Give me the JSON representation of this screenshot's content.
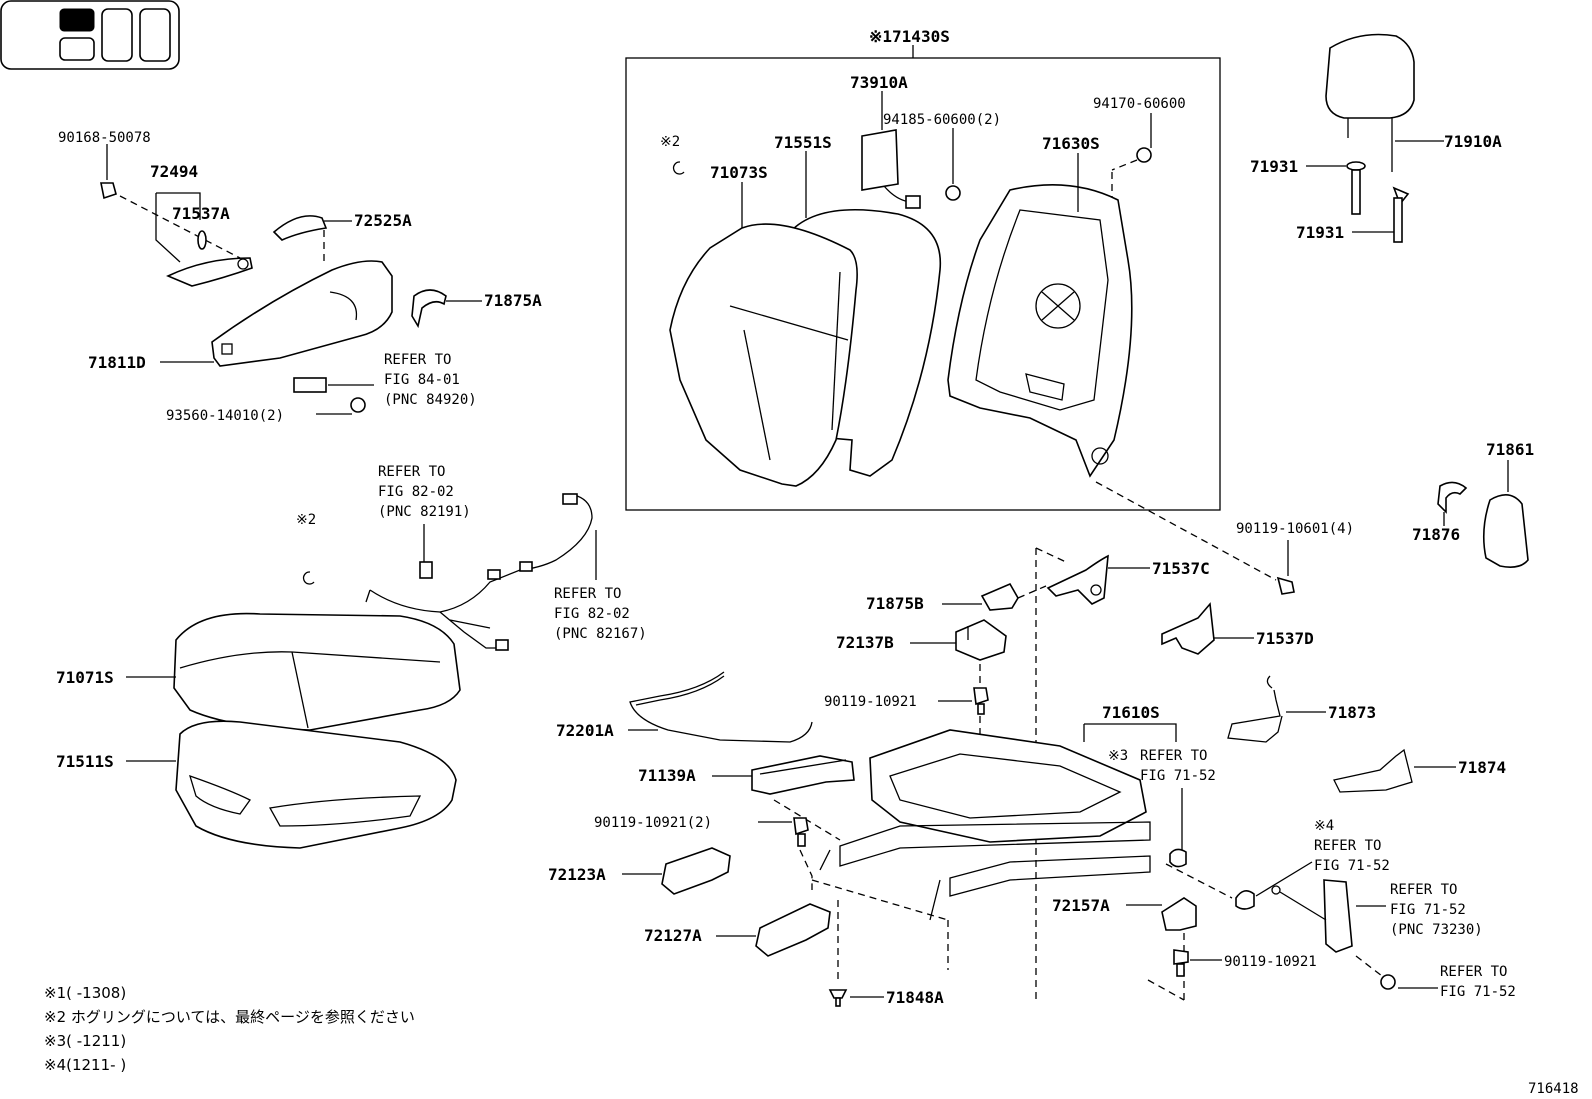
{
  "parts": {
    "p71430S": "※171430S",
    "p73910A": "73910A",
    "p94185": "94185-60600(2)",
    "p94170": "94170-60600",
    "p71630S": "71630S",
    "p71551S": "71551S",
    "p71073S": "71073S",
    "mark2a": "※2",
    "p71931a": "71931",
    "p71931b": "71931",
    "p71910A": "71910A",
    "p90168": "90168-50078",
    "p72494": "72494",
    "p71537A": "71537A",
    "p72525A": "72525A",
    "p71875A": "71875A",
    "p71811D": "71811D",
    "refer1a": "REFER TO",
    "refer1b": "FIG 84-01",
    "refer1c": "(PNC 84920)",
    "p93560": "93560-14010(2)",
    "refer2a": "REFER TO",
    "refer2b": "FIG 82-02",
    "refer2c": "(PNC 82191)",
    "mark2b": "※2",
    "refer3a": "REFER TO",
    "refer3b": "FIG 82-02",
    "refer3c": "(PNC 82167)",
    "p71071S": "71071S",
    "p71511S": "71511S",
    "p71861": "71861",
    "p71876": "71876",
    "p90119_10601": "90119-10601(4)",
    "p71537C": "71537C",
    "p71875B": "71875B",
    "p72137B": "72137B",
    "p71537D": "71537D",
    "p90119_10921a": "90119-10921",
    "p71610S": "71610S",
    "p71873": "71873",
    "p72201A": "72201A",
    "mark3": "※3",
    "refer4a": "REFER TO",
    "refer4b": "FIG 71-52",
    "p71874": "71874",
    "p71139A": "71139A",
    "p90119_10921b": "90119-10921(2)",
    "mark4": "※4",
    "refer5a": "REFER TO",
    "refer5b": "FIG 71-52",
    "refer6a": "REFER TO",
    "refer6b": "FIG 71-52",
    "refer6c": "(PNC 73230)",
    "p72123A": "72123A",
    "p72157A": "72157A",
    "p72127A": "72127A",
    "p90119_10921c": "90119-10921",
    "refer7a": "REFER TO",
    "refer7b": "FIG 71-52",
    "p71848A": "71848A"
  },
  "notes": {
    "n1": "※1(     -1308)",
    "n2": "※2 ホグリングについては、最終ページを参照ください",
    "n3": "※3(     -1211)",
    "n4": "※4(1211-     )"
  },
  "figure_id": "716418"
}
